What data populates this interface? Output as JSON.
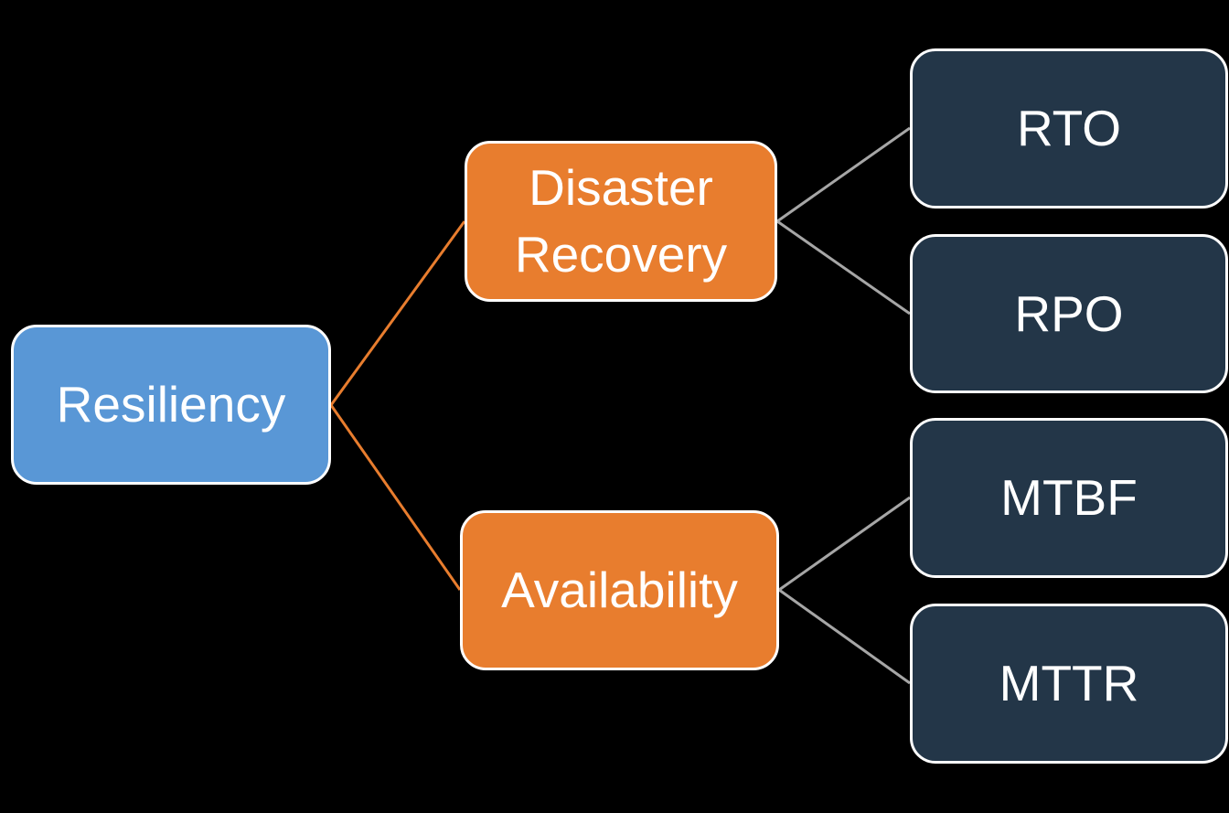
{
  "diagram": {
    "type": "hierarchy-tree",
    "orientation": "left-to-right",
    "nodes": {
      "resiliency": {
        "label": "Resiliency",
        "role": "root",
        "fill": "#5997D6"
      },
      "disaster_recovery": {
        "label": "Disaster Recovery",
        "role": "branch",
        "fill": "#E87D2E"
      },
      "availability": {
        "label": "Availability",
        "role": "branch",
        "fill": "#E87D2E"
      },
      "rto": {
        "label": "RTO",
        "role": "leaf",
        "fill": "#233648"
      },
      "rpo": {
        "label": "RPO",
        "role": "leaf",
        "fill": "#233648"
      },
      "mtbf": {
        "label": "MTBF",
        "role": "leaf",
        "fill": "#233648"
      },
      "mttr": {
        "label": "MTTR",
        "role": "leaf",
        "fill": "#233648"
      }
    },
    "edges": [
      {
        "from": "resiliency",
        "to": "disaster_recovery",
        "color": "#E87D2E"
      },
      {
        "from": "resiliency",
        "to": "availability",
        "color": "#E87D2E"
      },
      {
        "from": "disaster_recovery",
        "to": "rto",
        "color": "#A6A6A6"
      },
      {
        "from": "disaster_recovery",
        "to": "rpo",
        "color": "#A6A6A6"
      },
      {
        "from": "availability",
        "to": "mtbf",
        "color": "#A6A6A6"
      },
      {
        "from": "availability",
        "to": "mttr",
        "color": "#A6A6A6"
      }
    ],
    "colors": {
      "background": "#000000",
      "root_fill": "#5997D6",
      "branch_fill": "#E87D2E",
      "leaf_fill": "#233648",
      "connector_primary": "#E87D2E",
      "connector_secondary": "#A6A6A6",
      "node_border": "#FFFFFF",
      "node_text": "#FFFFFF"
    }
  }
}
